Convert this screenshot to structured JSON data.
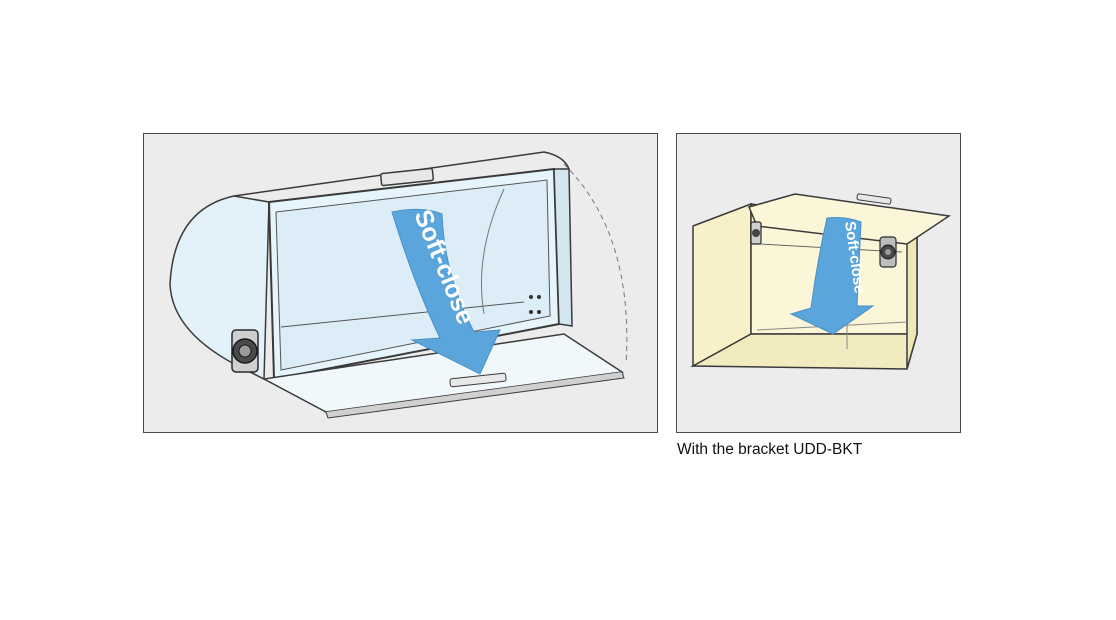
{
  "left_illustration": {
    "arrow_label": "Soft-close",
    "colors": {
      "glass": "#e3f2fa",
      "arrow": "#5aa5dc",
      "background": "#ececec",
      "outline": "#3a3a3a"
    }
  },
  "right_illustration": {
    "arrow_label": "Soft-close",
    "caption": "With the bracket UDD-BKT",
    "colors": {
      "cabinet": "#fbf6d8",
      "arrow": "#5aa5dc",
      "background": "#ececec",
      "outline": "#3a3a3a"
    }
  }
}
